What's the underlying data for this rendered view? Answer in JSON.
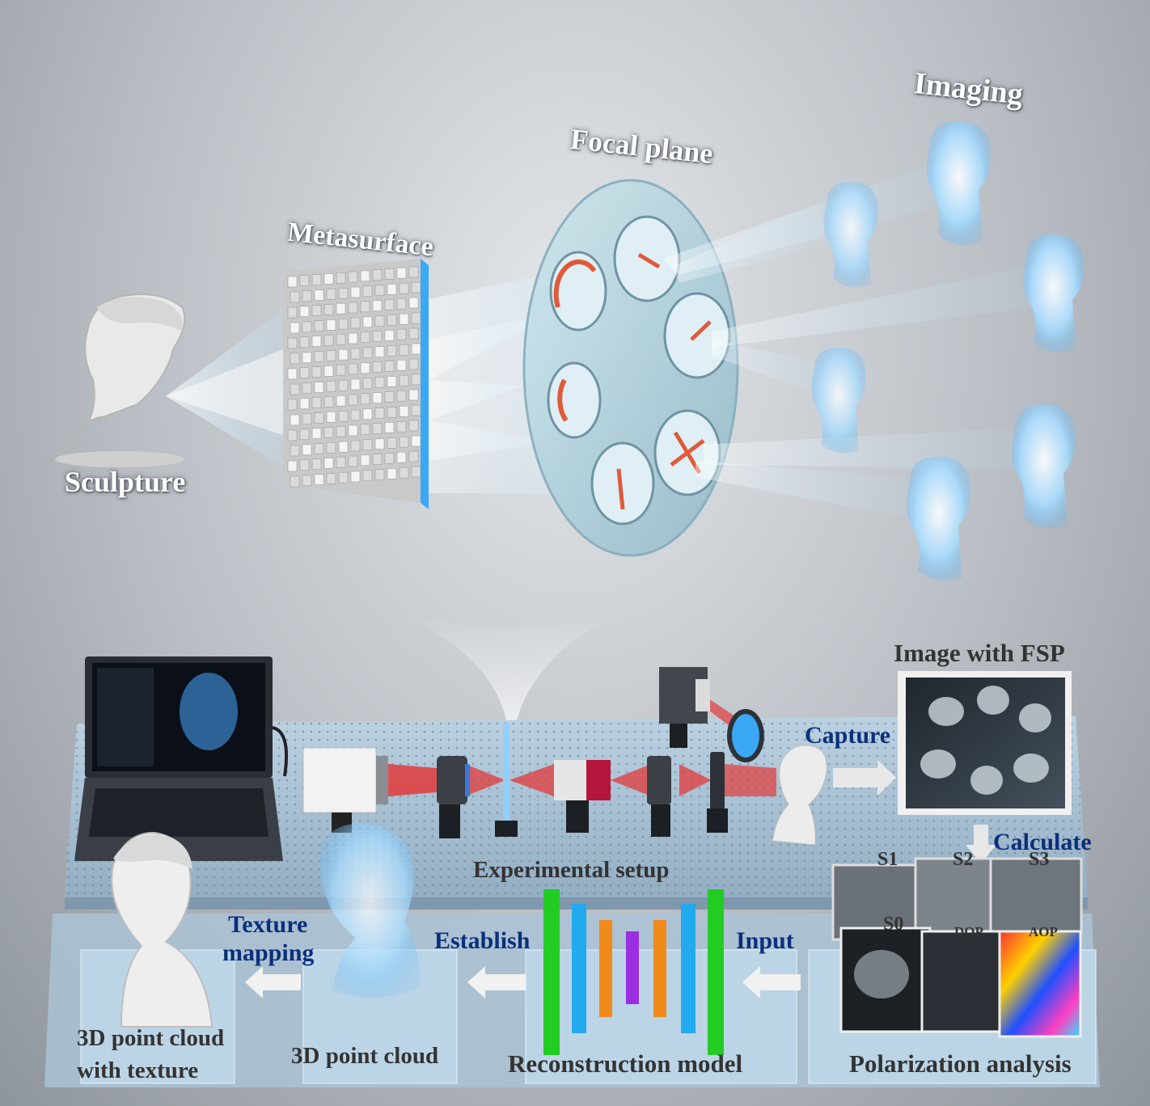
{
  "upper": {
    "sculpture_label": "Sculpture",
    "metasurface_label": "Metasurface",
    "focal_plane_label": "Focal plane",
    "imaging_label": "Imaging"
  },
  "setup": {
    "experimental_setup_label": "Experimental setup",
    "image_with_fsp_label": "Image with FSP",
    "capture_label": "Capture",
    "calculate_label": "Calculate"
  },
  "stokes": {
    "s1": "S1",
    "s2": "S2",
    "s3": "S3",
    "s0": "S0",
    "dop": "DOP",
    "aop": "AOP"
  },
  "pipeline": {
    "input_label": "Input",
    "establish_label": "Establish",
    "texture_mapping_line1": "Texture",
    "texture_mapping_line2": "mapping",
    "reconstruction_model_label": "Reconstruction  model",
    "polarization_analysis_label": "Polarization analysis",
    "point_cloud_label": "3D point cloud",
    "point_cloud_texture_line1": "3D point cloud",
    "point_cloud_texture_line2": "with texture"
  },
  "colors": {
    "navy_text": "#0c2f7a",
    "laser_red": "#e23a3a",
    "holo_blue": "#8fd0ff",
    "net_green": "#22cc22",
    "net_cyan": "#22aaee",
    "net_orange": "#f08a1a",
    "net_purple": "#9a2ee0"
  }
}
